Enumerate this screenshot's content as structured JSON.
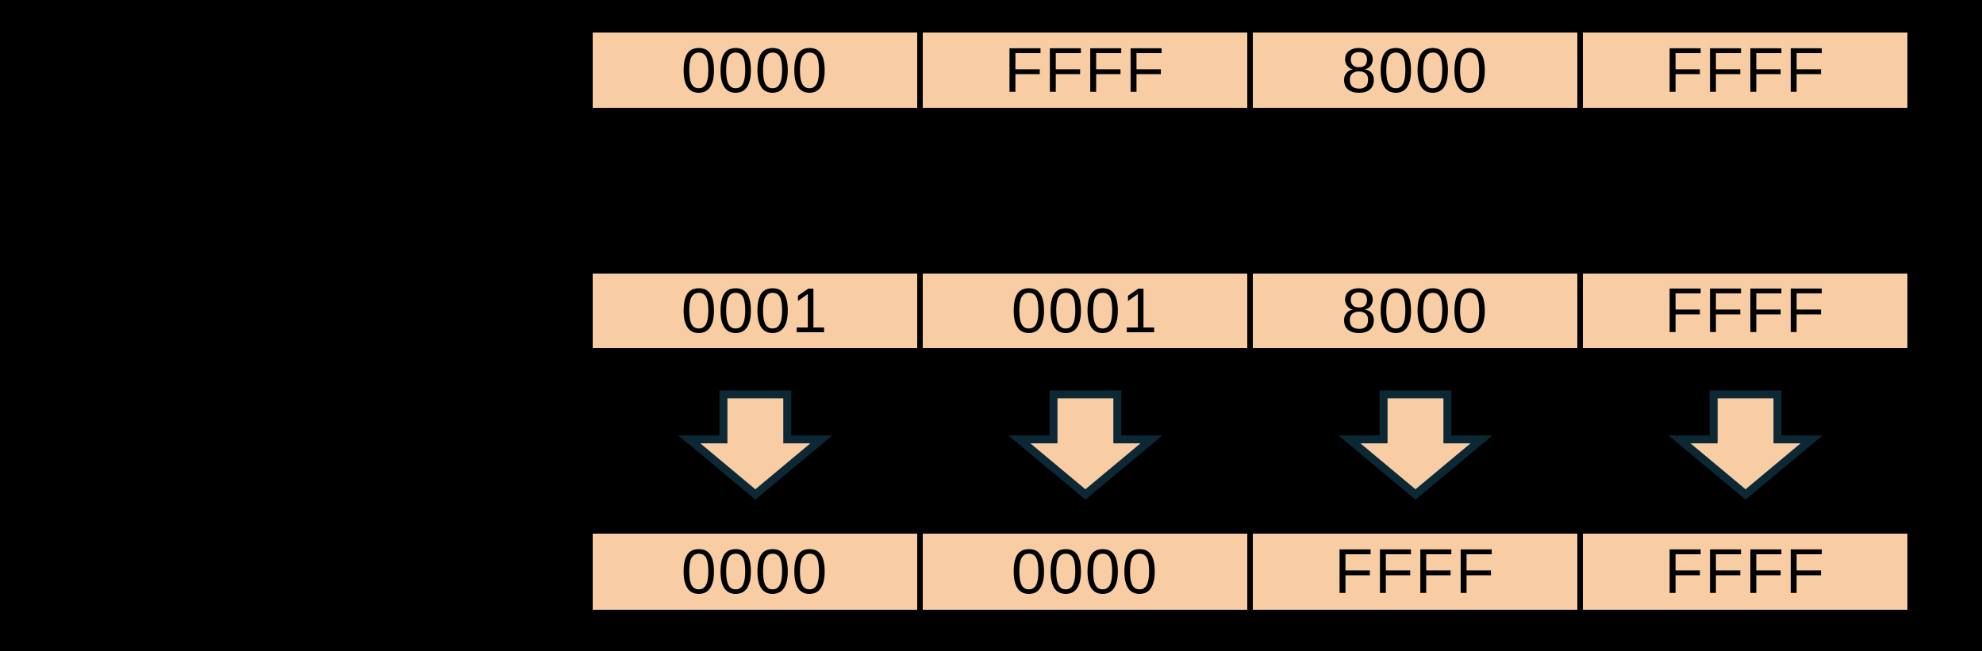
{
  "colors": {
    "background": "#000000",
    "cell_fill": "#F8CDA4",
    "cell_text": "#000000",
    "arrow_fill": "#F8CDA4",
    "arrow_outline": "#0D2835"
  },
  "rows": [
    {
      "name": "top-row",
      "cells": [
        "0000",
        "FFFF",
        "8000",
        "FFFF"
      ]
    },
    {
      "name": "middle-row",
      "cells": [
        "0001",
        "0001",
        "8000",
        "FFFF"
      ]
    },
    {
      "name": "bottom-row",
      "cells": [
        "0000",
        "0000",
        "FFFF",
        "FFFF"
      ]
    }
  ],
  "arrows": [
    "down-arrow",
    "down-arrow",
    "down-arrow",
    "down-arrow"
  ]
}
